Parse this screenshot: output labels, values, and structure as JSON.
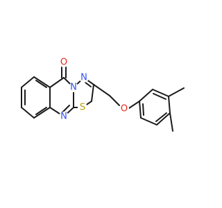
{
  "molecule": {
    "atoms": [
      {
        "id": "O1",
        "label": "O",
        "color": "#e8261a"
      },
      {
        "id": "N1",
        "label": "N",
        "color": "#3050f8"
      },
      {
        "id": "N2",
        "label": "N",
        "color": "#3050f8"
      },
      {
        "id": "N3",
        "label": "N",
        "color": "#3050f8"
      },
      {
        "id": "S1",
        "label": "S",
        "color": "#b8a000"
      },
      {
        "id": "O2",
        "label": "O",
        "color": "#e8261a"
      }
    ]
  }
}
